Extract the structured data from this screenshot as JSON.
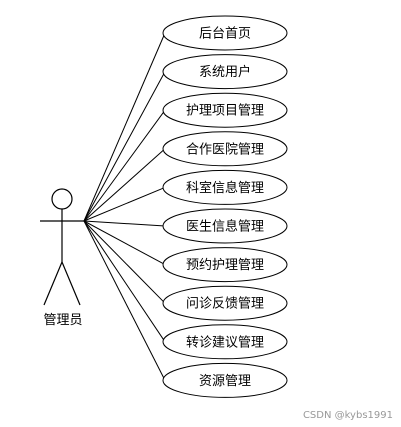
{
  "actor": {
    "label": "管理员"
  },
  "use_cases": [
    "后台首页",
    "系统用户",
    "护理项目管理",
    "合作医院管理",
    "科室信息管理",
    "医生信息管理",
    "预约护理管理",
    "问诊反馈管理",
    "转诊建议管理",
    "资源管理"
  ],
  "watermark": "CSDN @kybs1991"
}
